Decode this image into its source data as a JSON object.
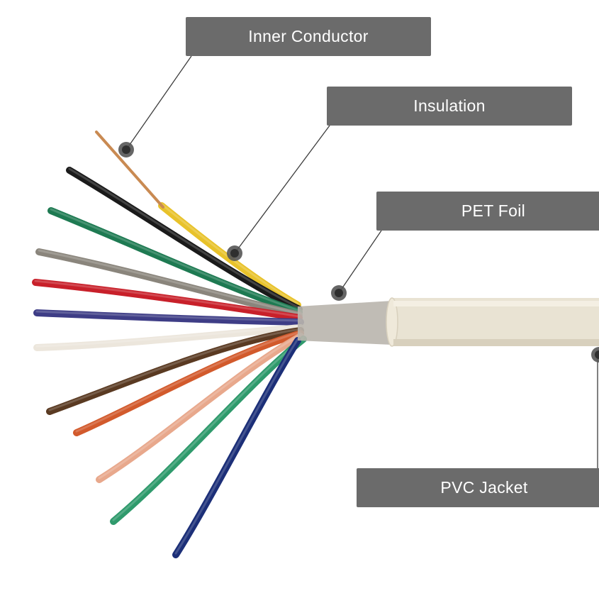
{
  "diagram": {
    "callouts": [
      {
        "id": "inner-conductor",
        "label": "Inner Conductor"
      },
      {
        "id": "insulation",
        "label": "Insulation"
      },
      {
        "id": "pet-foil",
        "label": "PET Foil"
      },
      {
        "id": "pvc-jacket",
        "label": "PVC Jacket"
      }
    ],
    "colors": {
      "callout_bg": "#6b6b6b",
      "callout_text": "#ffffff",
      "leader_line": "#3c3c3c",
      "marker_outer": "#555555",
      "marker_inner": "#2f2f2f",
      "jacket": "#e9e3d3",
      "conductor": "#c98a52"
    },
    "wires": [
      {
        "name": "yellow",
        "color": "#e8c22a"
      },
      {
        "name": "black",
        "color": "#1a1a1a"
      },
      {
        "name": "green",
        "color": "#1e7a52"
      },
      {
        "name": "gray",
        "color": "#8a857c"
      },
      {
        "name": "red",
        "color": "#c8202a"
      },
      {
        "name": "violet",
        "color": "#3e3d86"
      },
      {
        "name": "white",
        "color": "#ece6dc"
      },
      {
        "name": "brown",
        "color": "#5a3a22"
      },
      {
        "name": "orange",
        "color": "#d25a2c"
      },
      {
        "name": "pink",
        "color": "#e8a88c"
      },
      {
        "name": "light-green",
        "color": "#2f9a6c"
      },
      {
        "name": "blue",
        "color": "#1c2f78"
      }
    ]
  }
}
